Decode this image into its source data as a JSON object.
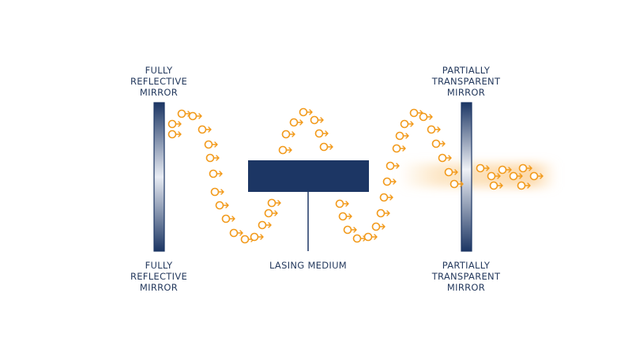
{
  "labels": {
    "left_top": [
      "FULLY",
      "REFLECTIVE",
      "MIRROR"
    ],
    "left_bottom": [
      "FULLY",
      "REFLECTIVE",
      "MIRROR"
    ],
    "right_top": [
      "PARTIALLY",
      "TRANSPARENT",
      "MIRROR"
    ],
    "right_bottom": [
      "PARTIALLY",
      "TRANSPARENT",
      "MIRROR"
    ],
    "medium": "LASING MEDIUM"
  },
  "colors": {
    "navy": "#1c3664",
    "label_text": "#253a5e",
    "photon": "#f29a1b",
    "glow": "#fbd39a"
  },
  "icons": {
    "photon": "photon-icon"
  }
}
